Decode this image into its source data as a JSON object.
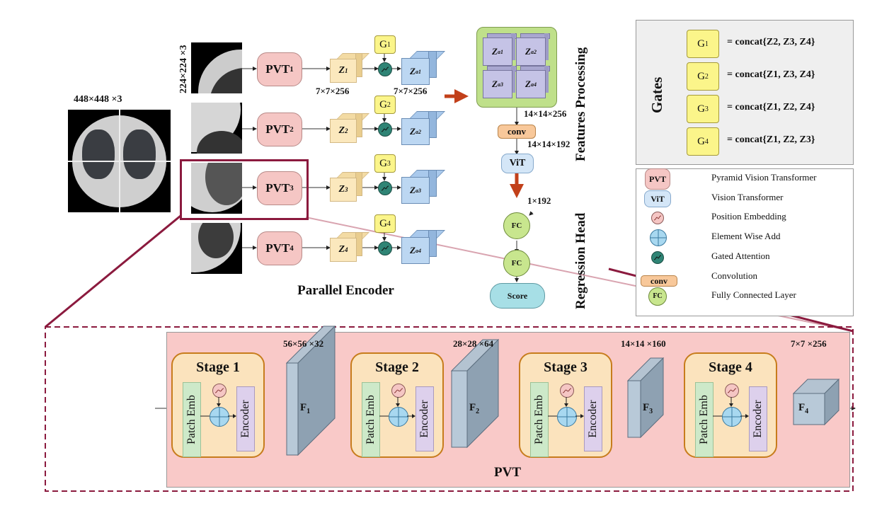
{
  "input": {
    "label": "448×448 ×3",
    "patch_label": "224×224 ×3"
  },
  "parallel_encoder": {
    "title": "Parallel Encoder",
    "branches": [
      {
        "pvt": "PVT",
        "sub": "1",
        "z": "Z",
        "zsub": "1",
        "gate": "G",
        "gsub": "1",
        "za": "Z",
        "zasup": "a",
        "zasub": "1"
      },
      {
        "pvt": "PVT",
        "sub": "2",
        "z": "Z",
        "zsub": "2",
        "gate": "G",
        "gsub": "2",
        "za": "Z",
        "zasup": "a",
        "zasub": "2"
      },
      {
        "pvt": "PVT",
        "sub": "3",
        "z": "Z",
        "zsub": "3",
        "gate": "G",
        "gsub": "3",
        "za": "Z",
        "zasup": "a",
        "zasub": "3"
      },
      {
        "pvt": "PVT",
        "sub": "4",
        "z": "Z",
        "zsub": "4",
        "gate": "G",
        "gsub": "4",
        "za": "Z",
        "zasup": "a",
        "zasub": "4"
      }
    ],
    "z_dim": "7×7×256",
    "za_dim": "7×7×256"
  },
  "features_processing": {
    "title": "Features Processing",
    "cells": [
      {
        "z": "Z",
        "sup": "a",
        "sub": "1"
      },
      {
        "z": "Z",
        "sup": "a",
        "sub": "2"
      },
      {
        "z": "Z",
        "sup": "a",
        "sub": "3"
      },
      {
        "z": "Z",
        "sup": "a",
        "sub": "4"
      }
    ],
    "dim1": "14×14×256",
    "conv": "conv",
    "dim2": "14×14×192",
    "vit": "ViT"
  },
  "regression_head": {
    "title": "Regression Head",
    "dim": "1×192",
    "fc1": "FC",
    "fc2": "FC",
    "score": "Score"
  },
  "gates": {
    "title": "Gates",
    "rows": [
      {
        "g": "G",
        "sub": "1",
        "def": "= concat{Z2, Z3, Z4}"
      },
      {
        "g": "G",
        "sub": "2",
        "def": "= concat{Z1, Z3, Z4}"
      },
      {
        "g": "G",
        "sub": "3",
        "def": "= concat{Z1, Z2, Z4}"
      },
      {
        "g": "G",
        "sub": "4",
        "def": "= concat{Z1, Z2, Z3}"
      }
    ]
  },
  "legend": {
    "items": [
      {
        "icon": "pvt-box",
        "symbol": "PVT",
        "label": "Pyramid Vision Transformer"
      },
      {
        "icon": "vit-box",
        "symbol": "ViT",
        "label": "Vision Transformer"
      },
      {
        "icon": "position-embedding-icon",
        "symbol": "",
        "label": "Position Embedding"
      },
      {
        "icon": "element-wise-add-icon",
        "symbol": "",
        "label": "Element Wise Add"
      },
      {
        "icon": "gated-attention-icon",
        "symbol": "",
        "label": "Gated Attention"
      },
      {
        "icon": "conv-box",
        "symbol": "conv",
        "label": "Convolution"
      },
      {
        "icon": "fc-circle",
        "symbol": "FC",
        "label": "Fully Connected Layer"
      }
    ]
  },
  "pvt_detail": {
    "title": "PVT",
    "stages": [
      {
        "title": "Stage 1",
        "patch": "Patch Emb",
        "encoder": "Encoder",
        "feature": "F",
        "fsub": "1",
        "dim": "56×56 ×32"
      },
      {
        "title": "Stage 2",
        "patch": "Patch Emb",
        "encoder": "Encoder",
        "feature": "F",
        "fsub": "2",
        "dim": "28×28 ×64"
      },
      {
        "title": "Stage 3",
        "patch": "Patch Emb",
        "encoder": "Encoder",
        "feature": "F",
        "fsub": "3",
        "dim": "14×14 ×160"
      },
      {
        "title": "Stage 4",
        "patch": "Patch Emb",
        "encoder": "Encoder",
        "feature": "F",
        "fsub": "4",
        "dim": "7×7 ×256"
      }
    ]
  },
  "colors": {
    "pvt": "#f5c6c4",
    "z": "#fbe8bd",
    "za": "#bcd7f2",
    "gate": "#fbf58a",
    "gated_attention": "#2f8475",
    "feature_panel": "#bfe08a",
    "conv": "#f8c89a",
    "vit": "#d4e6f7",
    "fc": "#c8e68e",
    "score": "#a7dfe6",
    "pvt_bg": "#f9c9c8",
    "stage_bg": "#fbe3bd",
    "highlight": "#8b1a3e",
    "arrow_red": "#c2401a"
  }
}
